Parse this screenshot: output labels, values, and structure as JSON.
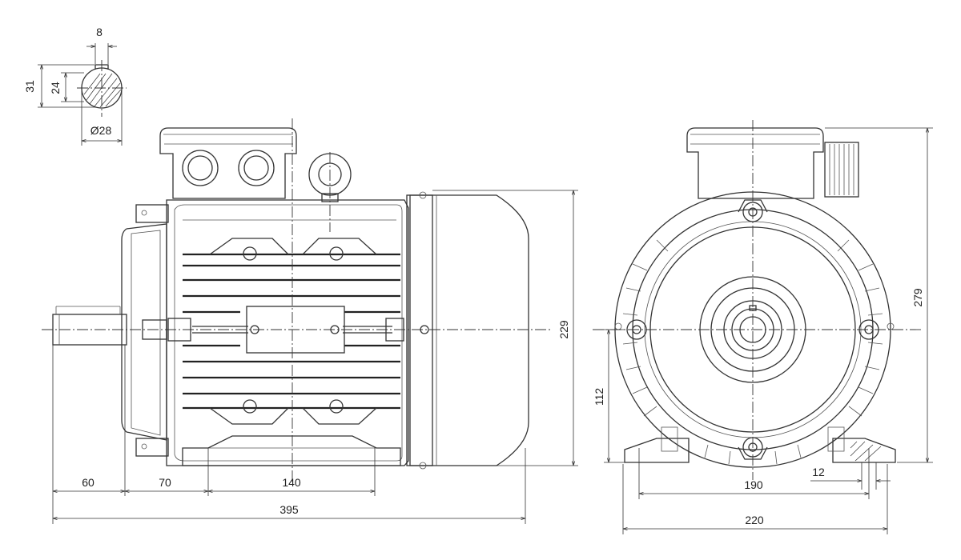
{
  "drawing": {
    "shaft_key_width": "8",
    "shaft_height_with_key": "31",
    "shaft_key_depth": "24",
    "shaft_diameter": "Ø28",
    "shaft_length": "60",
    "flange_to_foot": "70",
    "foot_hole_spacing_side": "140",
    "overall_length": "395",
    "overall_height_side": "229",
    "shaft_center_height": "112",
    "overall_height_front": "279",
    "foot_hole_spacing_front": "190",
    "foot_hole_diameter": "12",
    "overall_width": "220"
  }
}
